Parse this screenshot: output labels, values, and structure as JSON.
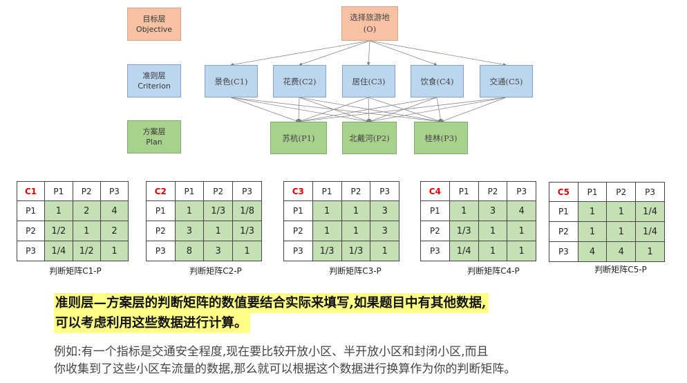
{
  "levels": {
    "objective": {
      "cn": "目标层",
      "en": "Objective"
    },
    "criterion": {
      "cn": "准则层",
      "en": "Criterion"
    },
    "plan": {
      "cn": "方案层",
      "en": "Plan"
    }
  },
  "goal": {
    "line1": "选择旅游地",
    "line2": "(O)"
  },
  "criteria": [
    "景色(C1)",
    "花费(C2)",
    "居住(C3)",
    "饮食(C4)",
    "交通(C5)"
  ],
  "plans": [
    "苏杭(P1)",
    "北戴河(P2)",
    "桂林(P3)"
  ],
  "matrices": [
    {
      "name": "C1",
      "cols": [
        "P1",
        "P2",
        "P3"
      ],
      "rows": [
        {
          "h": "P1",
          "v": [
            "1",
            "2",
            "4"
          ]
        },
        {
          "h": "P2",
          "v": [
            "1/2",
            "1",
            "2"
          ]
        },
        {
          "h": "P3",
          "v": [
            "1/4",
            "1/2",
            "1"
          ]
        }
      ],
      "caption": "判断矩阵C1-P"
    },
    {
      "name": "C2",
      "cols": [
        "P1",
        "P2",
        "P3"
      ],
      "rows": [
        {
          "h": "P1",
          "v": [
            "1",
            "1/3",
            "1/8"
          ]
        },
        {
          "h": "P2",
          "v": [
            "3",
            "1",
            "1/3"
          ]
        },
        {
          "h": "P3",
          "v": [
            "8",
            "3",
            "1"
          ]
        }
      ],
      "caption": "判断矩阵C2-P"
    },
    {
      "name": "C3",
      "cols": [
        "P1",
        "P2",
        "P3"
      ],
      "rows": [
        {
          "h": "P1",
          "v": [
            "1",
            "1",
            "3"
          ]
        },
        {
          "h": "P2",
          "v": [
            "1",
            "1",
            "3"
          ]
        },
        {
          "h": "P3",
          "v": [
            "1/3",
            "1/3",
            "1"
          ]
        }
      ],
      "caption": "判断矩阵C3-P"
    },
    {
      "name": "C4",
      "cols": [
        "P1",
        "P2",
        "P3"
      ],
      "rows": [
        {
          "h": "P1",
          "v": [
            "1",
            "3",
            "4"
          ]
        },
        {
          "h": "P2",
          "v": [
            "1/3",
            "1",
            "1"
          ]
        },
        {
          "h": "P3",
          "v": [
            "1/4",
            "1",
            "1"
          ]
        }
      ],
      "caption": "判断矩阵C4-P"
    },
    {
      "name": "C5",
      "cols": [
        "P1",
        "P2",
        "P3"
      ],
      "rows": [
        {
          "h": "P1",
          "v": [
            "1",
            "1",
            "1/4"
          ]
        },
        {
          "h": "P2",
          "v": [
            "1",
            "1",
            "1/4"
          ]
        },
        {
          "h": "P3",
          "v": [
            "4",
            "4",
            "1"
          ]
        }
      ],
      "caption": "判断矩阵C5-P"
    }
  ],
  "highlight": {
    "line1": "准则层—方案层的判断矩阵的数值要结合实际来填写,如果题目中有其他数据,",
    "line2": "可以考虑利用这些数据进行计算。"
  },
  "example": {
    "line1": "例如:有一个指标是交通安全程度,现在要比较开放小区、半开放小区和封闭小区,而且",
    "line2": "你收集到了这些小区车流量的数据,那么就可以根据这个数据进行换算作为你的判断矩阵。"
  },
  "colors": {
    "objective": "#f7c2a3",
    "criterion": "#bcd6ee",
    "plan": "#a9d18e",
    "cell": "#c5e0b4",
    "corner": "#e00000",
    "highlight": "#ffff88"
  }
}
